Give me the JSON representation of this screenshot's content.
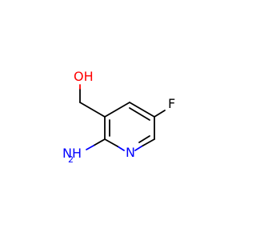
{
  "molecule": {
    "atoms": {
      "oxygen_label": "OH",
      "fluorine_label": "F",
      "nitrogen_ring_label": "N",
      "amine_label": "NH"
    },
    "atom_colors": {
      "oxygen": "#ff0000",
      "nitrogen": "#0000ff",
      "fluorine": "#000000",
      "carbon_bond": "#000000"
    }
  }
}
